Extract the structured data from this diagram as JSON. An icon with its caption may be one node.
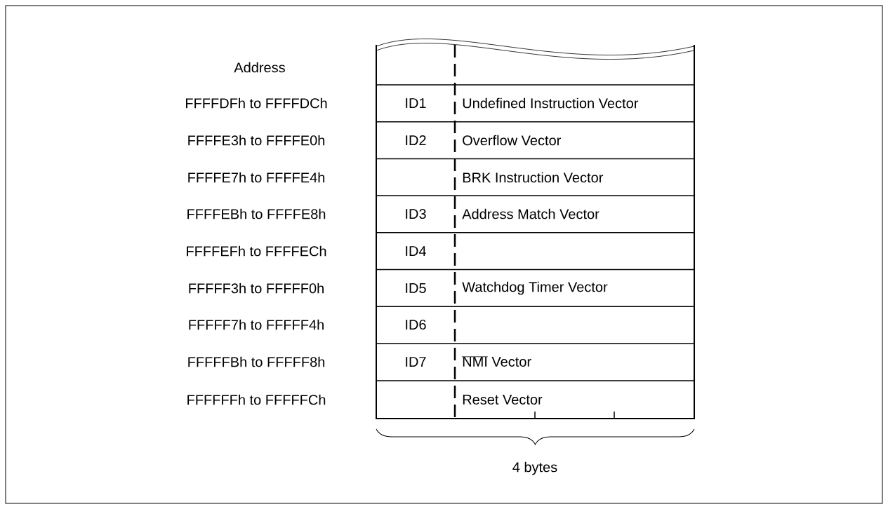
{
  "diagram": {
    "labels": [
      "Address",
      "FFFFDFh to FFFFDCh",
      "ID1",
      "Undefined Instruction Vector",
      "FFFFE3h to FFFFE0h",
      "ID2",
      "Overflow Vector",
      "FFFFE7h to FFFFE4h",
      "BRK Instruction Vector",
      "FFFFEBh to FFFFE8h",
      "ID3",
      "Address Match Vector",
      "FFFFEFh to FFFFECh",
      "ID4",
      "FFFFF3h to FFFFF0h",
      "ID5",
      "Watchdog Timer Vector",
      "FFFFF7h to FFFFF4h",
      "ID6",
      "FFFFFBh to FFFFF8h",
      "ID7",
      "NMI Vector",
      "FFFFFFh to FFFFFCh",
      "Reset Vector",
      "4 bytes"
    ]
  }
}
